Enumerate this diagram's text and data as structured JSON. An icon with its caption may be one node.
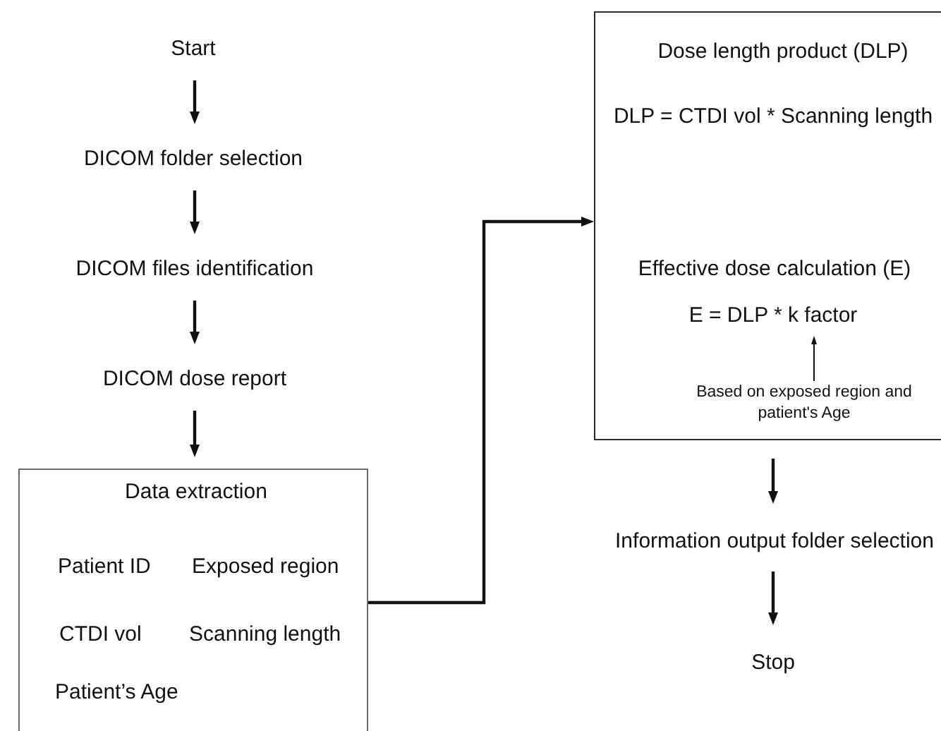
{
  "diagram": {
    "nodes": [
      {
        "text": [
          "Start"
        ]
      },
      {
        "text": [
          "DICOM folder selection"
        ]
      },
      {
        "text": [
          "DICOM files identification"
        ]
      },
      {
        "text": [
          "DICOM dose report"
        ]
      },
      {
        "text": [
          "Data extraction",
          "Patient ID",
          "Exposed region",
          "CTDI vol",
          "Scanning length",
          "Patient’s Age"
        ]
      },
      {
        "text": [
          "Dose length product (DLP)",
          "DLP = CTDI vol * Scanning length",
          "Effective dose calculation (E)"
        ]
      },
      {
        "text": [
          "E = DLP * k factor"
        ],
        "in": 5
      },
      {
        "text": [
          "Based on exposed region and patient's Age"
        ],
        "in": 5
      },
      {
        "text": [
          "Information output folder selection"
        ]
      },
      {
        "text": [
          "Stop"
        ]
      }
    ],
    "edges": [
      {
        "from": 0,
        "to": 1,
        "arrow": "to"
      },
      {
        "from": 1,
        "to": 2,
        "arrow": "to"
      },
      {
        "from": 2,
        "to": 3,
        "arrow": "to"
      },
      {
        "from": 3,
        "to": 4,
        "arrow": "to"
      },
      {
        "from": 4,
        "to": 5,
        "arrow": "to"
      },
      {
        "from": 7,
        "to": 6,
        "arrow": "to"
      },
      {
        "from": 5,
        "to": 8,
        "arrow": "to"
      },
      {
        "from": 8,
        "to": 9,
        "arrow": "to"
      }
    ]
  }
}
